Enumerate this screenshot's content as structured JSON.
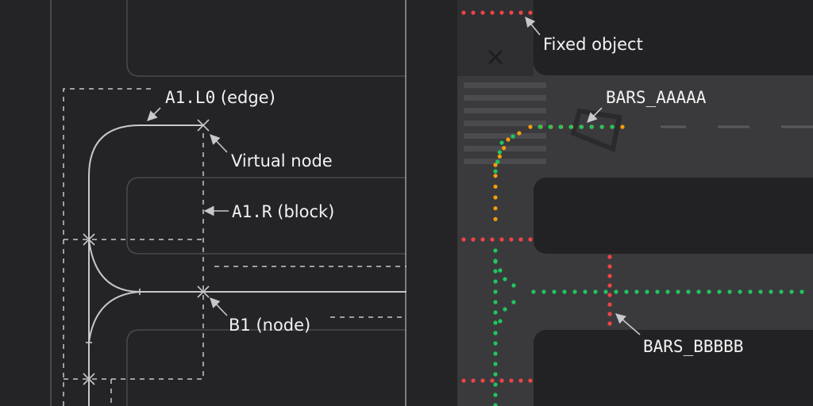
{
  "colors": {
    "background": "#242427",
    "road": "#3a3a3d",
    "block": "#222225",
    "line_light": "#c8c8cc",
    "line_dim": "#55555a",
    "text": "#f2f2f2",
    "green": "#22c55e",
    "orange": "#f59e0b",
    "red": "#ef4444"
  },
  "left_panel": {
    "labels": {
      "edge_code": "A1.L0",
      "edge_suffix": " (edge)",
      "virtual_node": "Virtual node",
      "block_code": "A1.R",
      "block_suffix": " (block)",
      "node": "B1 (node)"
    }
  },
  "right_panel": {
    "labels": {
      "fixed_object": "Fixed object",
      "bars_a": "BARS_AAAAA",
      "bars_b": "BARS_BBBBB"
    }
  }
}
